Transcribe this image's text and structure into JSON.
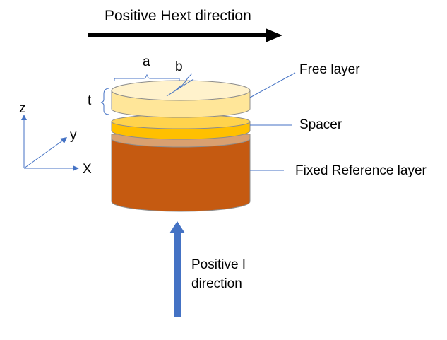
{
  "top_arrow_label": "Positive Hext direction",
  "layers": {
    "free": "Free layer",
    "spacer": "Spacer",
    "fixed": "Fixed Reference layer"
  },
  "dimensions": {
    "a": "a",
    "b": "b",
    "t": "t"
  },
  "axes": {
    "z": "z",
    "y": "y",
    "x": "X"
  },
  "current_label": {
    "line1": "Positive I",
    "line2": "direction"
  },
  "colors": {
    "arrow_black": "#000000",
    "current_arrow": "#4472C4",
    "axis_blue": "#4472C4",
    "leader_line": "#4472C4",
    "free_layer_side": "#FFE699",
    "free_layer_top": "#FFF2CC",
    "spacer": "#FFC000",
    "interface": "#D9A070",
    "fixed_layer": "#C55A11",
    "outline": "#8C8C8C"
  }
}
